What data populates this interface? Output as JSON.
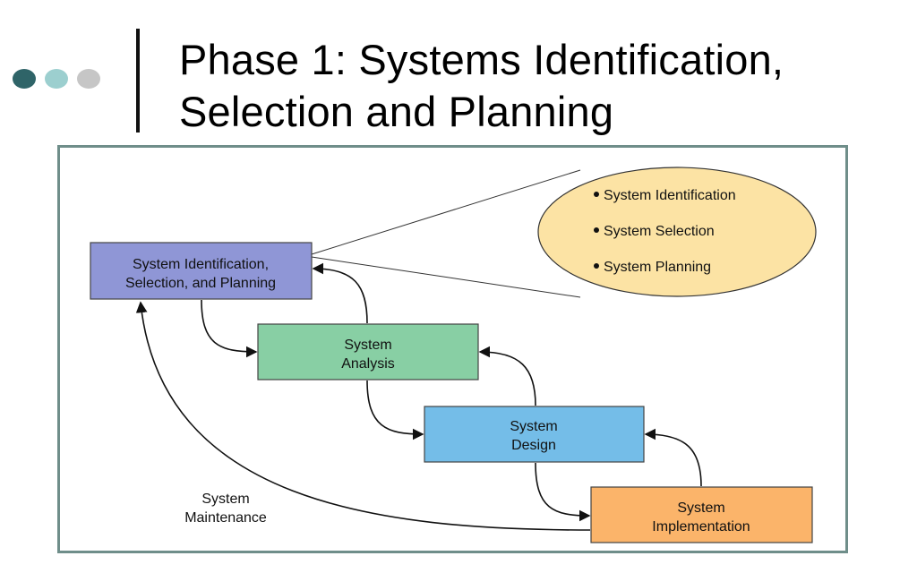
{
  "slide": {
    "title_line1": "Phase 1: Systems Identification,",
    "title_line2": "Selection and Planning"
  },
  "colors": {
    "dot1": "#2f6468",
    "dot2": "#9ccfcf",
    "dot3": "#c6c6c6",
    "planning": "#8f96d6",
    "analysis": "#88cfa4",
    "design": "#74bde8",
    "implementation": "#fbb46a",
    "callout": "#fce3a4"
  },
  "diagram": {
    "phases": [
      {
        "id": "planning",
        "lines": [
          "System Identification,",
          "Selection, and Planning"
        ]
      },
      {
        "id": "analysis",
        "lines": [
          "System",
          "Analysis"
        ]
      },
      {
        "id": "design",
        "lines": [
          "System",
          "Design"
        ]
      },
      {
        "id": "implementation",
        "lines": [
          "System",
          "Implementation"
        ]
      }
    ],
    "callout_items": [
      "System Identification",
      "System Selection",
      "System Planning"
    ],
    "maintenance_lines": [
      "System",
      "Maintenance"
    ]
  }
}
